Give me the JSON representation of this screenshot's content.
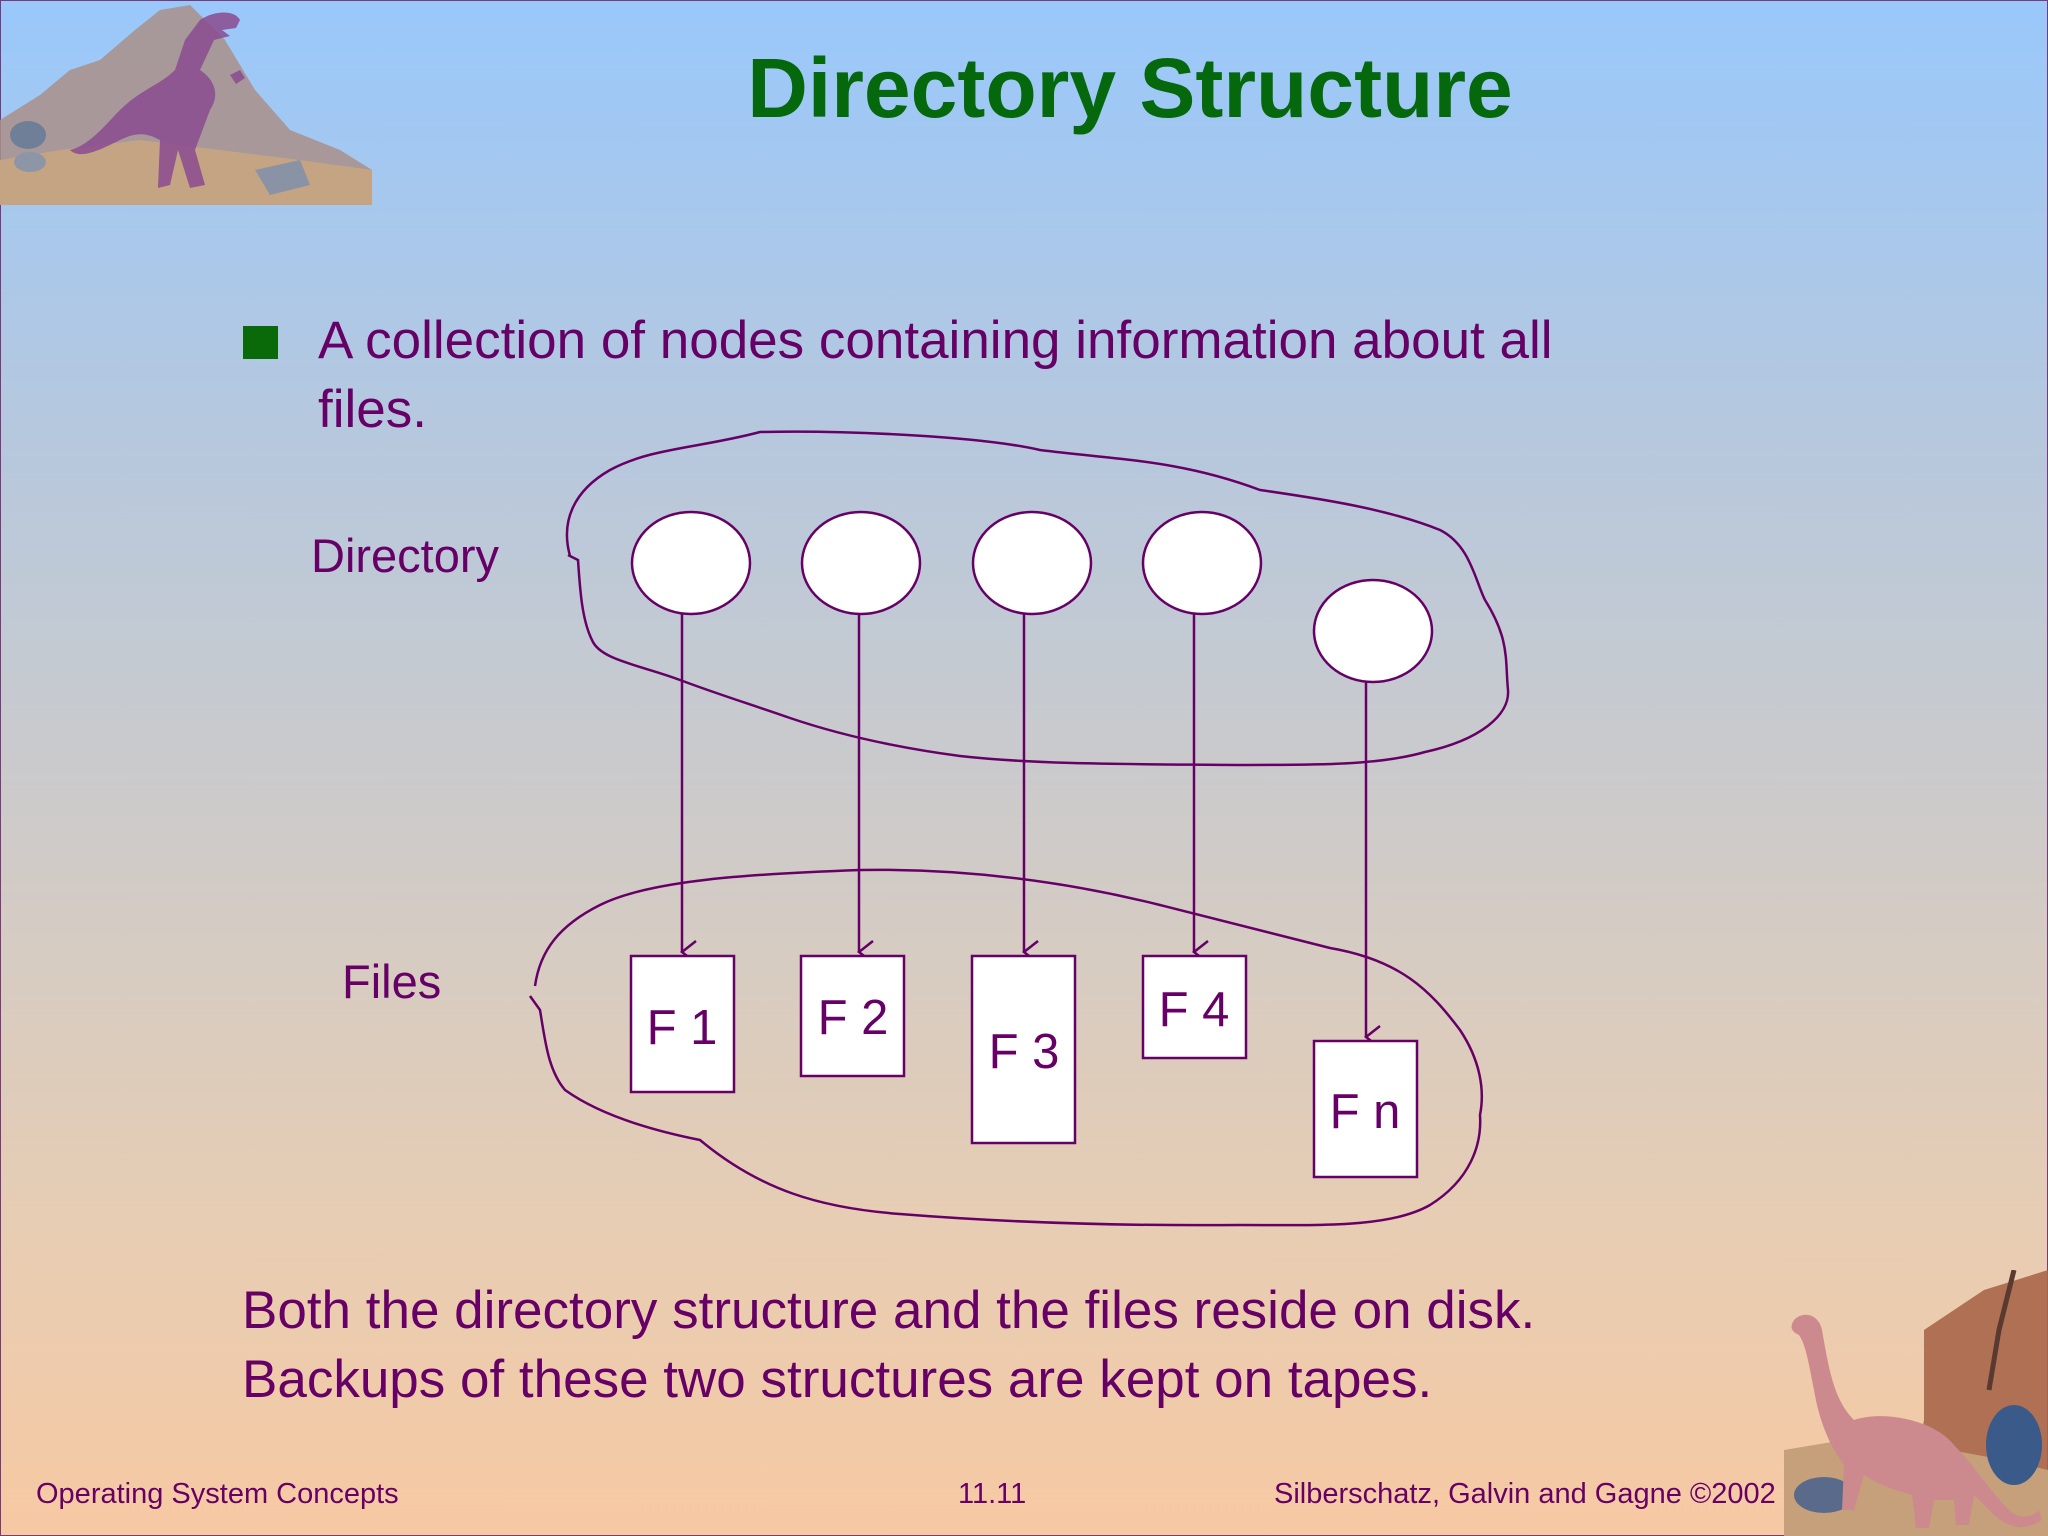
{
  "slide": {
    "title": "Directory Structure",
    "bullet": "A collection of nodes containing information about all files.",
    "bullet_line1": "A collection of nodes containing information about all",
    "bullet_line2": "files.",
    "bottom_line1": "Both the directory structure and the files reside on disk.",
    "bottom_line2": "Backups of these two structures are kept on tapes."
  },
  "diagram": {
    "directory_label": "Directory",
    "files_label": "Files",
    "files": [
      "F 1",
      "F 2",
      "F 3",
      "F 4",
      "F n"
    ]
  },
  "footer": {
    "left": "Operating System Concepts",
    "center": "11.11",
    "right": "Silberschatz, Galvin and  Gagne ©2002"
  },
  "colors": {
    "title": "#05680c",
    "text": "#660066",
    "bullet": "#0a6a0a"
  },
  "icons": [
    "dinosaur-trex-illustration",
    "dinosaur-brontosaurus-illustration"
  ]
}
